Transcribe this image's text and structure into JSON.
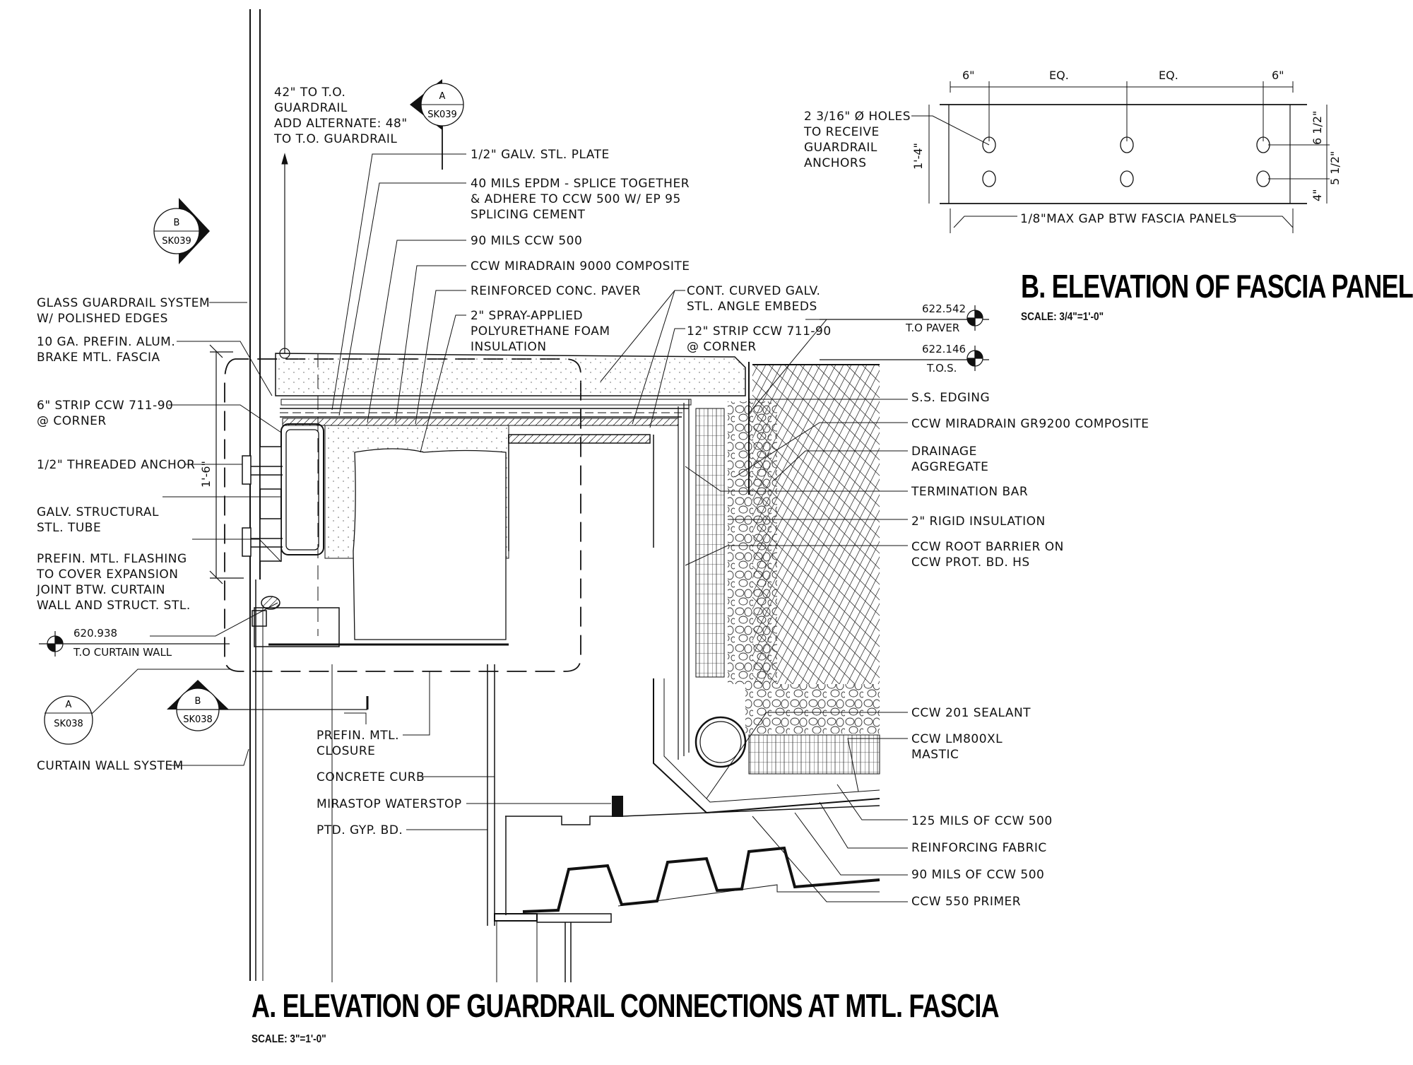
{
  "detail_a": {
    "title": "A.  ELEVATION OF GUARDRAIL CONNECTIONS AT MTL. FASCIA",
    "scale": "SCALE:  3\"=1'-0\"",
    "height_dimension": "1'-6\"",
    "left_notes": [
      {
        "id": "glass-guardrail",
        "lines": "GLASS GUARDRAIL SYSTEM\nW/ POLISHED EDGES"
      },
      {
        "id": "fascia",
        "lines": "10 GA. PREFIN. ALUM.\nBRAKE MTL. FASCIA"
      },
      {
        "id": "strip-6",
        "lines": "6\" STRIP CCW 711-90\n@ CORNER"
      },
      {
        "id": "threaded-anchor",
        "lines": "1/2\" THREADED ANCHOR"
      },
      {
        "id": "steel-tube",
        "lines": "GALV. STRUCTURAL\nSTL. TUBE"
      },
      {
        "id": "flashing",
        "lines": "PREFIN. MTL. FLASHING\nTO COVER EXPANSION\nJOINT BTW. CURTAIN\nWALL AND STRUCT. STL."
      },
      {
        "id": "curtain-wall-system",
        "lines": "CURTAIN WALL SYSTEM"
      }
    ],
    "top_notes": [
      {
        "id": "guardrail-height",
        "lines": "42\" TO T.O.\nGUARDRAIL\nADD ALTERNATE: 48\"\nTO T.O. GUARDRAIL"
      },
      {
        "id": "galv-plate",
        "lines": "1/2\" GALV. STL. PLATE"
      },
      {
        "id": "epdm",
        "lines": "40 MILS EPDM - SPLICE TOGETHER\n& ADHERE TO CCW 500 W/ EP 95\nSPLICING CEMENT"
      },
      {
        "id": "ccw500-90",
        "lines": "90 MILS CCW 500"
      },
      {
        "id": "miradrain-9000",
        "lines": "CCW MIRADRAIN 9000 COMPOSITE"
      },
      {
        "id": "paver",
        "lines": "REINFORCED CONC. PAVER"
      },
      {
        "id": "spray-foam",
        "lines": "2\" SPRAY-APPLIED\nPOLYURETHANE FOAM\nINSULATION"
      },
      {
        "id": "angle-embeds",
        "lines": "CONT. CURVED GALV.\nSTL. ANGLE EMBEDS"
      },
      {
        "id": "strip-12",
        "lines": "12\" STRIP CCW 711-90\n@ CORNER"
      }
    ],
    "right_notes": [
      {
        "id": "ss-edging",
        "lines": "S.S. EDGING"
      },
      {
        "id": "miradrain-gr9200",
        "lines": "CCW MIRADRAIN GR9200 COMPOSITE"
      },
      {
        "id": "drainage-aggregate",
        "lines": "DRAINAGE\nAGGREGATE"
      },
      {
        "id": "termination-bar",
        "lines": "TERMINATION BAR"
      },
      {
        "id": "rigid-insulation",
        "lines": "2\" RIGID INSULATION"
      },
      {
        "id": "root-barrier",
        "lines": "CCW ROOT BARRIER ON\nCCW PROT. BD. HS"
      },
      {
        "id": "sealant",
        "lines": "CCW 201 SEALANT"
      },
      {
        "id": "mastic",
        "lines": "CCW LM800XL\nMASTIC"
      },
      {
        "id": "ccw500-125",
        "lines": "125 MILS OF CCW 500"
      },
      {
        "id": "reinforcing-fabric",
        "lines": "REINFORCING FABRIC"
      },
      {
        "id": "ccw500-90b",
        "lines": "90 MILS OF CCW 500"
      },
      {
        "id": "primer",
        "lines": "CCW 550 PRIMER"
      }
    ],
    "bottom_notes": [
      {
        "id": "closure",
        "lines": "PREFIN. MTL.\nCLOSURE"
      },
      {
        "id": "concrete-curb",
        "lines": "CONCRETE CURB"
      },
      {
        "id": "waterstop",
        "lines": "MIRASTOP WATERSTOP"
      },
      {
        "id": "gyp-bd",
        "lines": "PTD. GYP. BD."
      }
    ],
    "elevations": [
      {
        "id": "to-paver",
        "value": "622.542",
        "label": "T.O PAVER"
      },
      {
        "id": "tos",
        "value": "622.146",
        "label": "T.O.S."
      },
      {
        "id": "to-curtain-wall",
        "value": "620.938",
        "label": "T.O CURTAIN WALL"
      }
    ],
    "section_markers": [
      {
        "id": "a-sk039",
        "letter": "A",
        "sheet": "SK039"
      },
      {
        "id": "b-sk039",
        "letter": "B",
        "sheet": "SK039"
      },
      {
        "id": "a-sk038",
        "letter": "A",
        "sheet": "SK038"
      },
      {
        "id": "b-sk038",
        "letter": "B",
        "sheet": "SK038"
      }
    ]
  },
  "detail_b": {
    "title": "B.  ELEVATION OF FASCIA PANEL",
    "scale": "SCALE:  3/4\"=1'-0\"",
    "hole_note": "2 3/16\" Ø HOLES\nTO RECEIVE\nGUARDRAIL\nANCHORS",
    "gap_note": "1/8\"MAX GAP BTW FASCIA PANELS",
    "dims_top": [
      "6\"",
      "EQ.",
      "EQ.",
      "6\""
    ],
    "dim_height": "1'-4\"",
    "dims_right": [
      "6 1/2\"",
      "5 1/2\"",
      "4\""
    ],
    "hole_count": 6
  }
}
